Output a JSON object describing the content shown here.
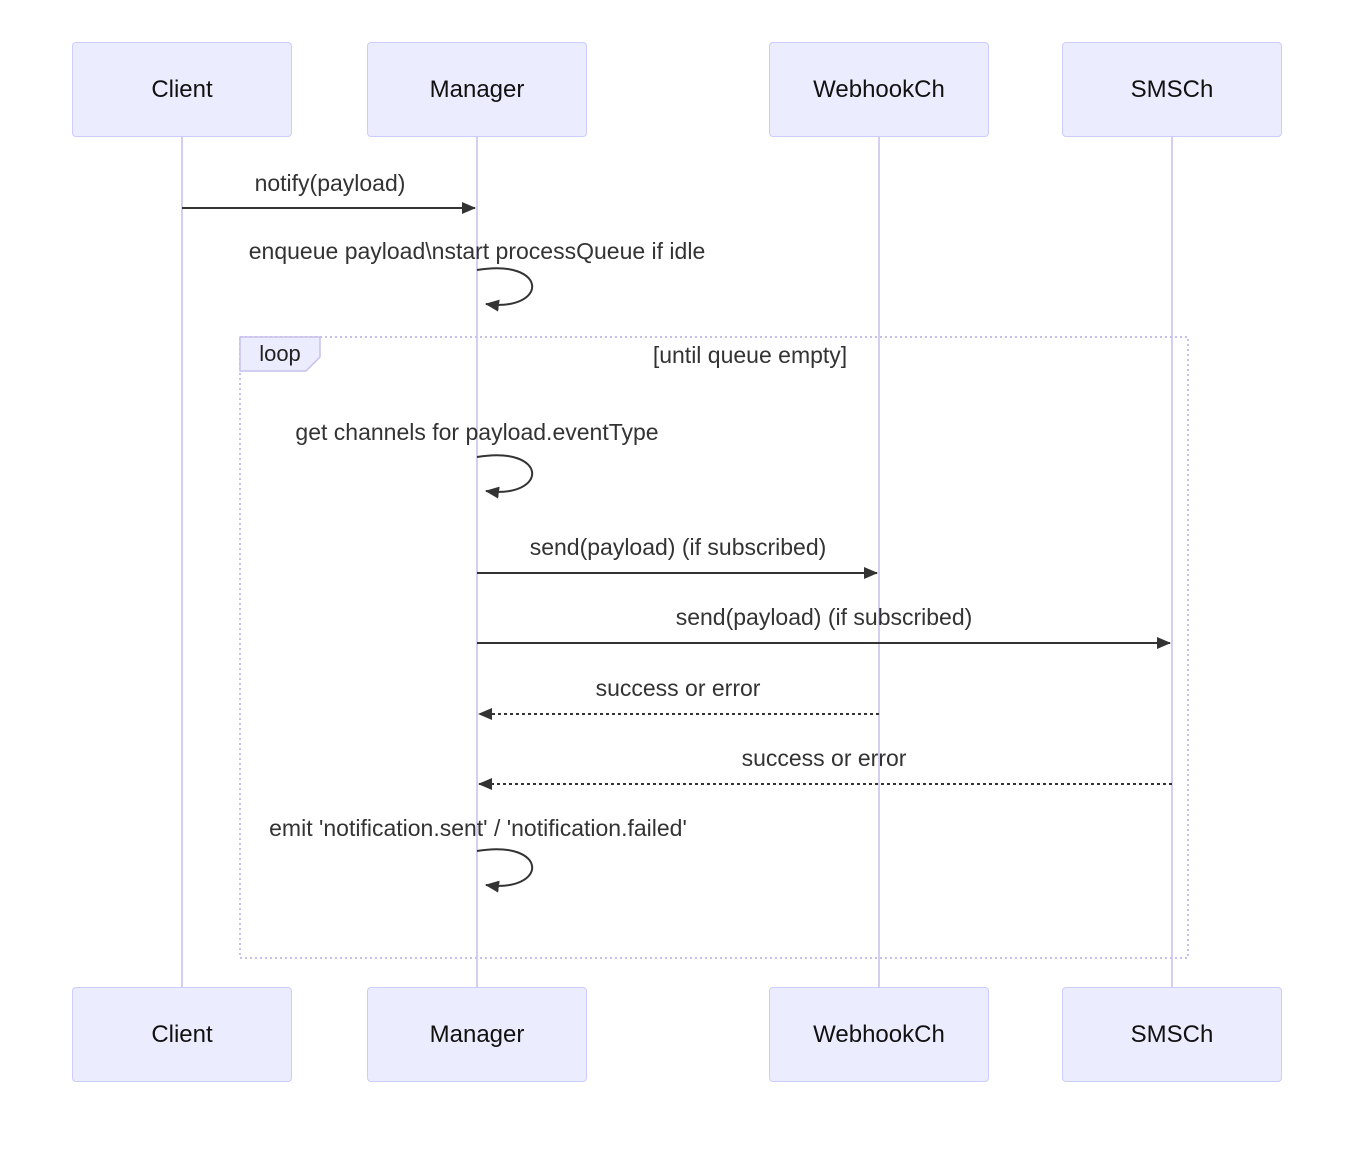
{
  "diagram_type": "sequence",
  "participants": [
    {
      "id": "client",
      "name": "Client"
    },
    {
      "id": "manager",
      "name": "Manager"
    },
    {
      "id": "webhookch",
      "name": "WebhookCh"
    },
    {
      "id": "smsch",
      "name": "SMSCh"
    }
  ],
  "loop": {
    "label": "loop",
    "condition": "[until queue empty]"
  },
  "messages": [
    {
      "from": "Client",
      "to": "Manager",
      "text": "notify(payload)",
      "line": "solid"
    },
    {
      "from": "Manager",
      "to": "Manager",
      "text": "enqueue payload\\nstart processQueue if idle",
      "line": "self"
    },
    {
      "from": "Manager",
      "to": "Manager",
      "text": "get channels for payload.eventType",
      "line": "self"
    },
    {
      "from": "Manager",
      "to": "WebhookCh",
      "text": "send(payload) (if subscribed)",
      "line": "solid"
    },
    {
      "from": "Manager",
      "to": "SMSCh",
      "text": "send(payload) (if subscribed)",
      "line": "solid"
    },
    {
      "from": "WebhookCh",
      "to": "Manager",
      "text": "success or error",
      "line": "dashed"
    },
    {
      "from": "SMSCh",
      "to": "Manager",
      "text": "success or error",
      "line": "dashed"
    },
    {
      "from": "Manager",
      "to": "Manager",
      "text": "emit 'notification.sent' / 'notification.failed'",
      "line": "self"
    }
  ],
  "colors": {
    "background": "#ffffff",
    "actor_fill": "#ECECFF",
    "actor_border": "#CCCCFF",
    "lifeline": "#d4cef0",
    "loop_border": "#c7c0ea",
    "arrow": "#333333",
    "text": "#333333"
  }
}
